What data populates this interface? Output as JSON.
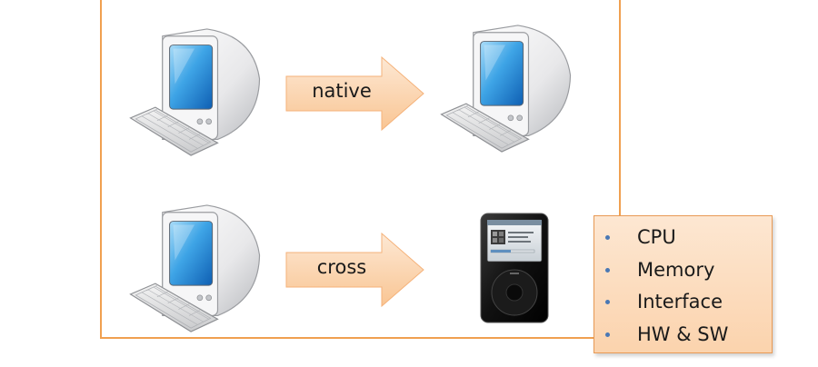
{
  "diagram": {
    "native_label": "native",
    "cross_label": "cross",
    "specs": [
      "CPU",
      "Memory",
      "Interface",
      "HW & SW"
    ]
  },
  "icons": {
    "host": "desktop-computer-icon",
    "target_native": "desktop-computer-icon",
    "target_cross": "portable-media-player-icon"
  },
  "colors": {
    "frame_border": "#f0a050",
    "arrow_fill": "#fbd4b0",
    "spec_box_fill": "#fde3c8",
    "bullet": "#4a78b4"
  }
}
